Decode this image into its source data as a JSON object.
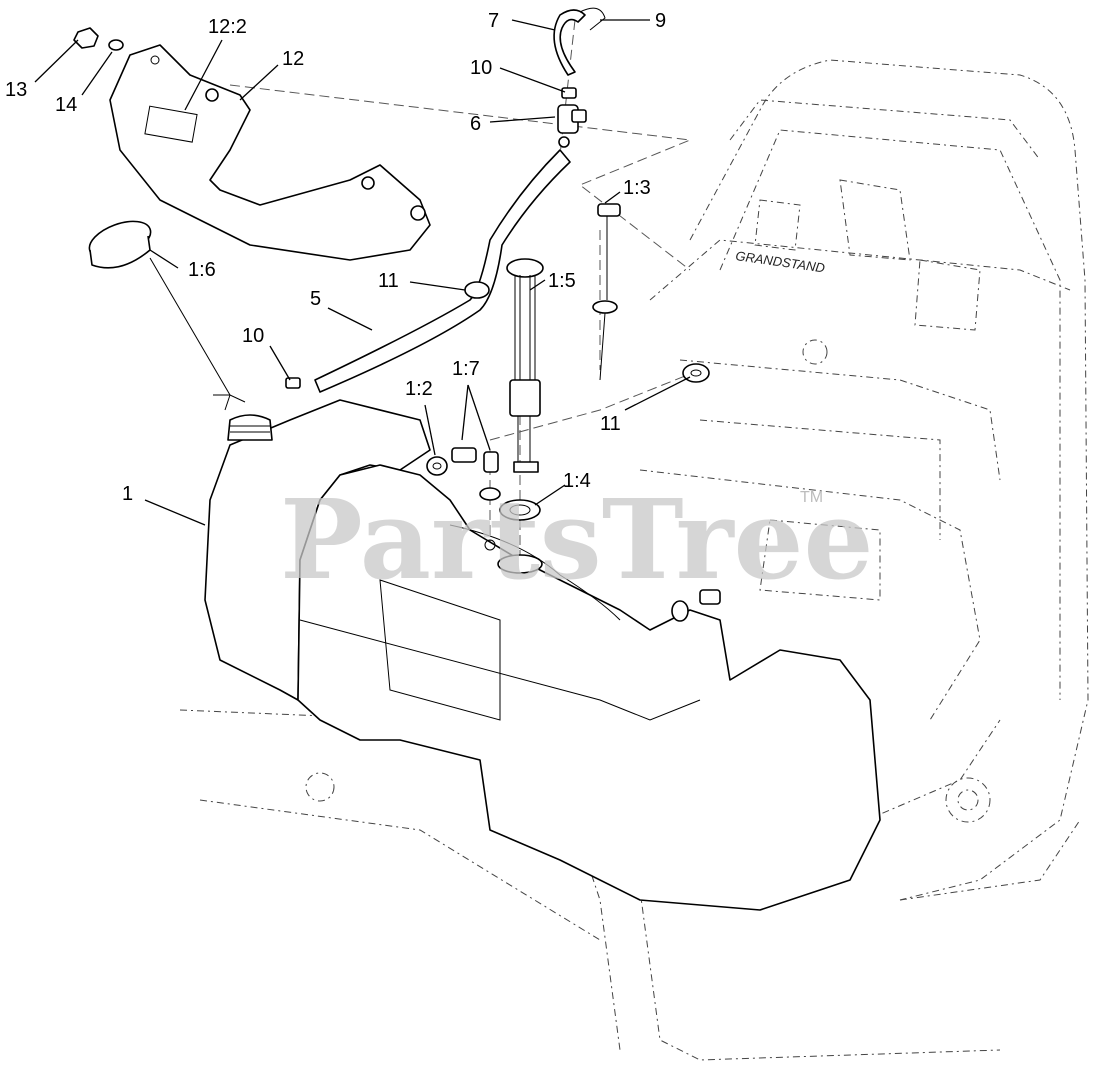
{
  "watermark": {
    "text": "PartsTree",
    "tm": "TM"
  },
  "machine_brand": "GRANDSTAND",
  "callouts": [
    {
      "id": "c-13",
      "label": "13"
    },
    {
      "id": "c-14",
      "label": "14"
    },
    {
      "id": "c-12-2",
      "label": "12:2"
    },
    {
      "id": "c-12",
      "label": "12"
    },
    {
      "id": "c-7",
      "label": "7"
    },
    {
      "id": "c-9",
      "label": "9"
    },
    {
      "id": "c-10a",
      "label": "10"
    },
    {
      "id": "c-6",
      "label": "6"
    },
    {
      "id": "c-1-3",
      "label": "1:3"
    },
    {
      "id": "c-1-6",
      "label": "1:6"
    },
    {
      "id": "c-11a",
      "label": "11"
    },
    {
      "id": "c-1-5",
      "label": "1:5"
    },
    {
      "id": "c-5",
      "label": "5"
    },
    {
      "id": "c-10b",
      "label": "10"
    },
    {
      "id": "c-1-7",
      "label": "1:7"
    },
    {
      "id": "c-1-2",
      "label": "1:2"
    },
    {
      "id": "c-11b",
      "label": "11"
    },
    {
      "id": "c-1",
      "label": "1"
    },
    {
      "id": "c-1-4",
      "label": "1:4"
    }
  ]
}
